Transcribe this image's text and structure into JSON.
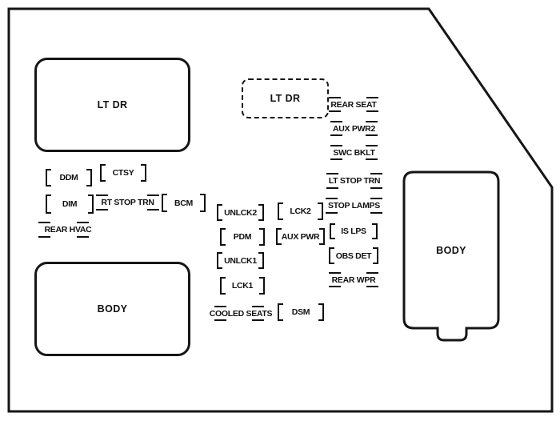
{
  "diagram": {
    "type": "fuse-box-diagram",
    "colors": {
      "line": "#161616",
      "text": "#101010",
      "background": "#ffffff"
    },
    "boxes": {
      "lt_dr": "LT DR",
      "lt_dr_ghost": "LT DR",
      "body_left": "BODY",
      "body_right": "BODY"
    },
    "fuses": [
      {
        "label": "DDM",
        "style": "bracket"
      },
      {
        "label": "CTSY",
        "style": "bracket"
      },
      {
        "label": "DIM",
        "style": "bracket"
      },
      {
        "label": "RT STOP TRN",
        "style": "dash"
      },
      {
        "label": "BCM",
        "style": "bracket"
      },
      {
        "label": "REAR HVAC",
        "style": "dash"
      },
      {
        "label": "UNLCK2",
        "style": "bracket"
      },
      {
        "label": "PDM",
        "style": "bracket"
      },
      {
        "label": "UNLCK1",
        "style": "bracket"
      },
      {
        "label": "LCK1",
        "style": "bracket"
      },
      {
        "label": "COOLED SEATS",
        "style": "dash"
      },
      {
        "label": "LCK2",
        "style": "bracket"
      },
      {
        "label": "AUX PWR",
        "style": "bracket"
      },
      {
        "label": "DSM",
        "style": "bracket"
      },
      {
        "label": "REAR SEAT",
        "style": "dash"
      },
      {
        "label": "AUX PWR2",
        "style": "dash"
      },
      {
        "label": "SWC BKLT",
        "style": "dash"
      },
      {
        "label": "LT STOP TRN",
        "style": "dash"
      },
      {
        "label": "STOP LAMPS",
        "style": "dash"
      },
      {
        "label": "IS LPS",
        "style": "bracket"
      },
      {
        "label": "OBS DET",
        "style": "bracket"
      },
      {
        "label": "REAR WPR",
        "style": "dash"
      }
    ]
  }
}
